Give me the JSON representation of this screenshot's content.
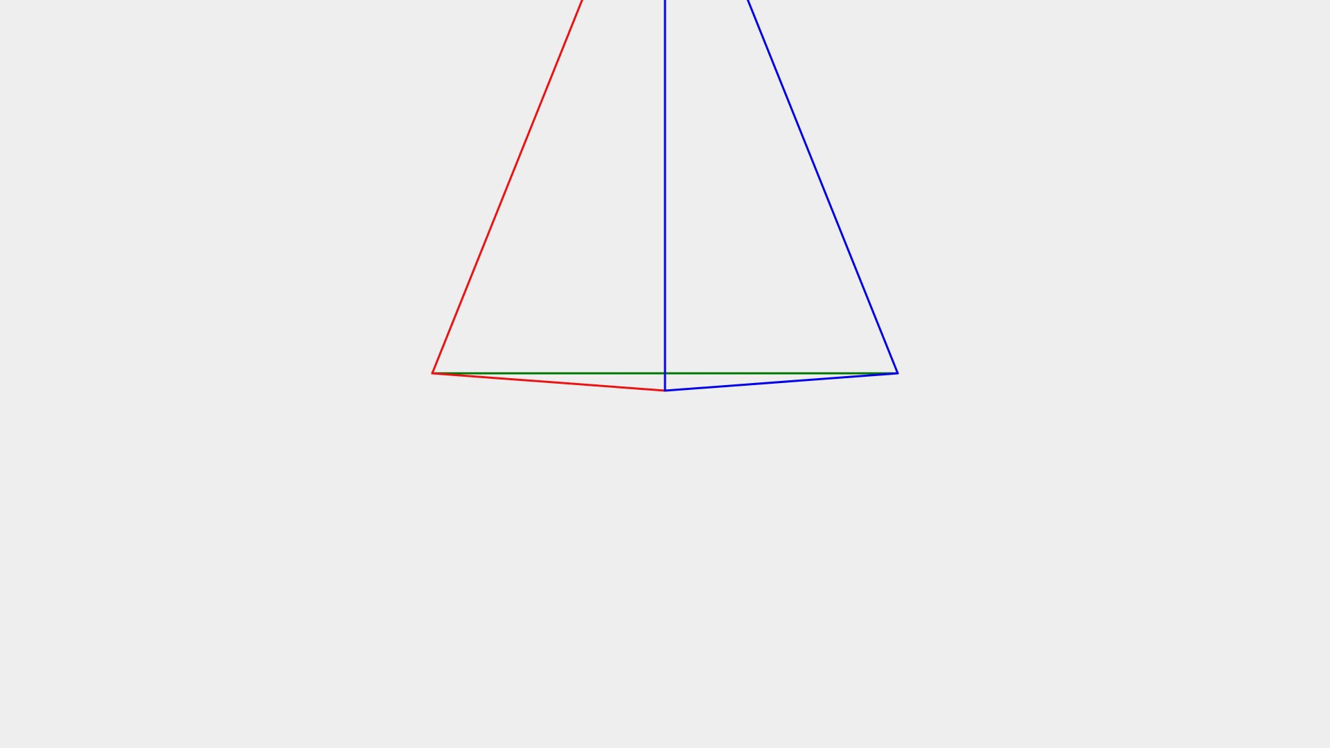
{
  "canvas": {
    "background": "#eeeeee"
  },
  "colors": {
    "red": "#ee1111",
    "green": "#007700",
    "blue": "#0000ee"
  },
  "figure": {
    "description_shape": "wireframe-pyramid",
    "edges": [
      {
        "name": "edge-left-slant",
        "color": "red"
      },
      {
        "name": "edge-left-base",
        "color": "red"
      },
      {
        "name": "edge-back-base",
        "color": "green"
      },
      {
        "name": "edge-center-vertical",
        "color": "blue"
      },
      {
        "name": "edge-right-slant",
        "color": "blue"
      },
      {
        "name": "edge-right-base",
        "color": "blue"
      }
    ]
  }
}
